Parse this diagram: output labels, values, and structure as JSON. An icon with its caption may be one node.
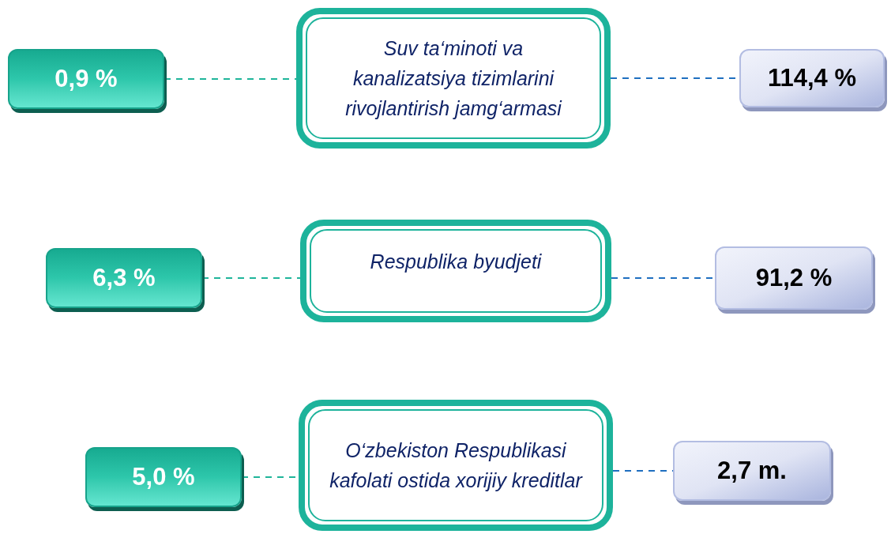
{
  "diagram": {
    "nodes": [
      {
        "text": [
          "0,9 %"
        ]
      },
      {
        "text": [
          "Suv ta‘minoti va kanalizatsiya tizimlarini rivojlantirish jamg‘armasi"
        ]
      },
      {
        "text": [
          "114,4 %"
        ]
      },
      {
        "text": [
          "6,3 %"
        ]
      },
      {
        "text": [
          "Respublika byudjeti"
        ]
      },
      {
        "text": [
          "91,2 %"
        ]
      },
      {
        "text": [
          "5,0 %"
        ]
      },
      {
        "text": [
          "O‘zbekiston Respublikasi kafolati ostida xorijiy kreditlar"
        ]
      },
      {
        "text": [
          "2,7 m."
        ]
      }
    ],
    "edges": [
      {
        "from": 0,
        "to": 1,
        "arrow": "none",
        "style": "dashed",
        "color": "#1fb59a"
      },
      {
        "from": 1,
        "to": 2,
        "arrow": "none",
        "style": "dashed",
        "color": "#1f6fc0"
      },
      {
        "from": 3,
        "to": 4,
        "arrow": "none",
        "style": "dashed",
        "color": "#1fb59a"
      },
      {
        "from": 4,
        "to": 5,
        "arrow": "none",
        "style": "dashed",
        "color": "#1f6fc0"
      },
      {
        "from": 6,
        "to": 7,
        "arrow": "none",
        "style": "dashed",
        "color": "#1fb59a"
      },
      {
        "from": 7,
        "to": 8,
        "arrow": "none",
        "style": "dashed",
        "color": "#1f6fc0"
      }
    ]
  }
}
